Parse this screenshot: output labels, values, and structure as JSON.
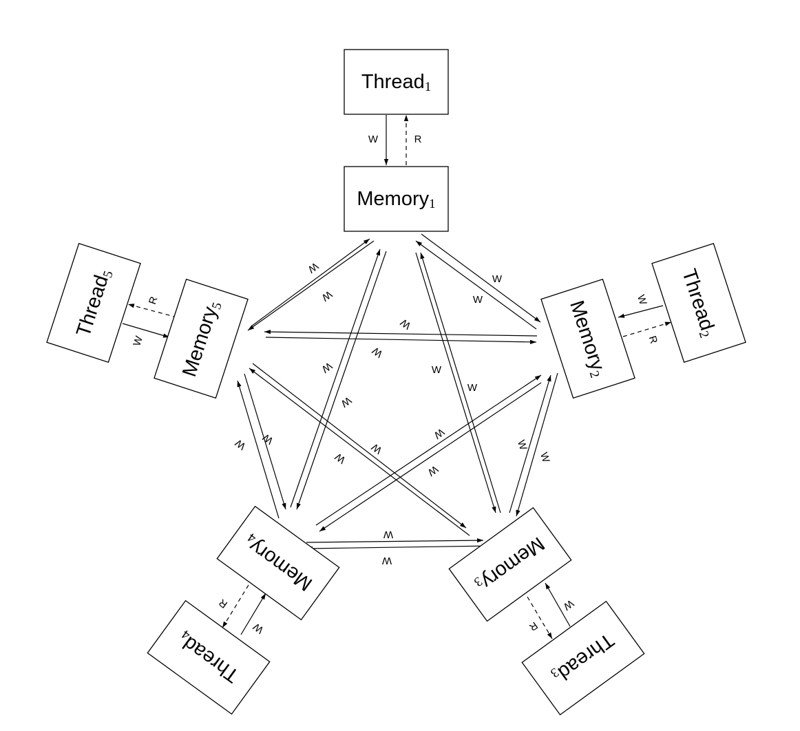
{
  "nodes": {
    "thread1": {
      "label": "Thread",
      "sub": "1"
    },
    "thread2": {
      "label": "Thread",
      "sub": "2"
    },
    "thread3": {
      "label": "Thread",
      "sub": "3"
    },
    "thread4": {
      "label": "Thread",
      "sub": "4"
    },
    "thread5": {
      "label": "Thread",
      "sub": "5"
    },
    "memory1": {
      "label": "Memory",
      "sub": "1"
    },
    "memory2": {
      "label": "Memory",
      "sub": "2"
    },
    "memory3": {
      "label": "Memory",
      "sub": "3"
    },
    "memory4": {
      "label": "Memory",
      "sub": "4"
    },
    "memory5": {
      "label": "Memory",
      "sub": "5"
    }
  },
  "edge_labels": {
    "write": "W",
    "read": "R"
  }
}
